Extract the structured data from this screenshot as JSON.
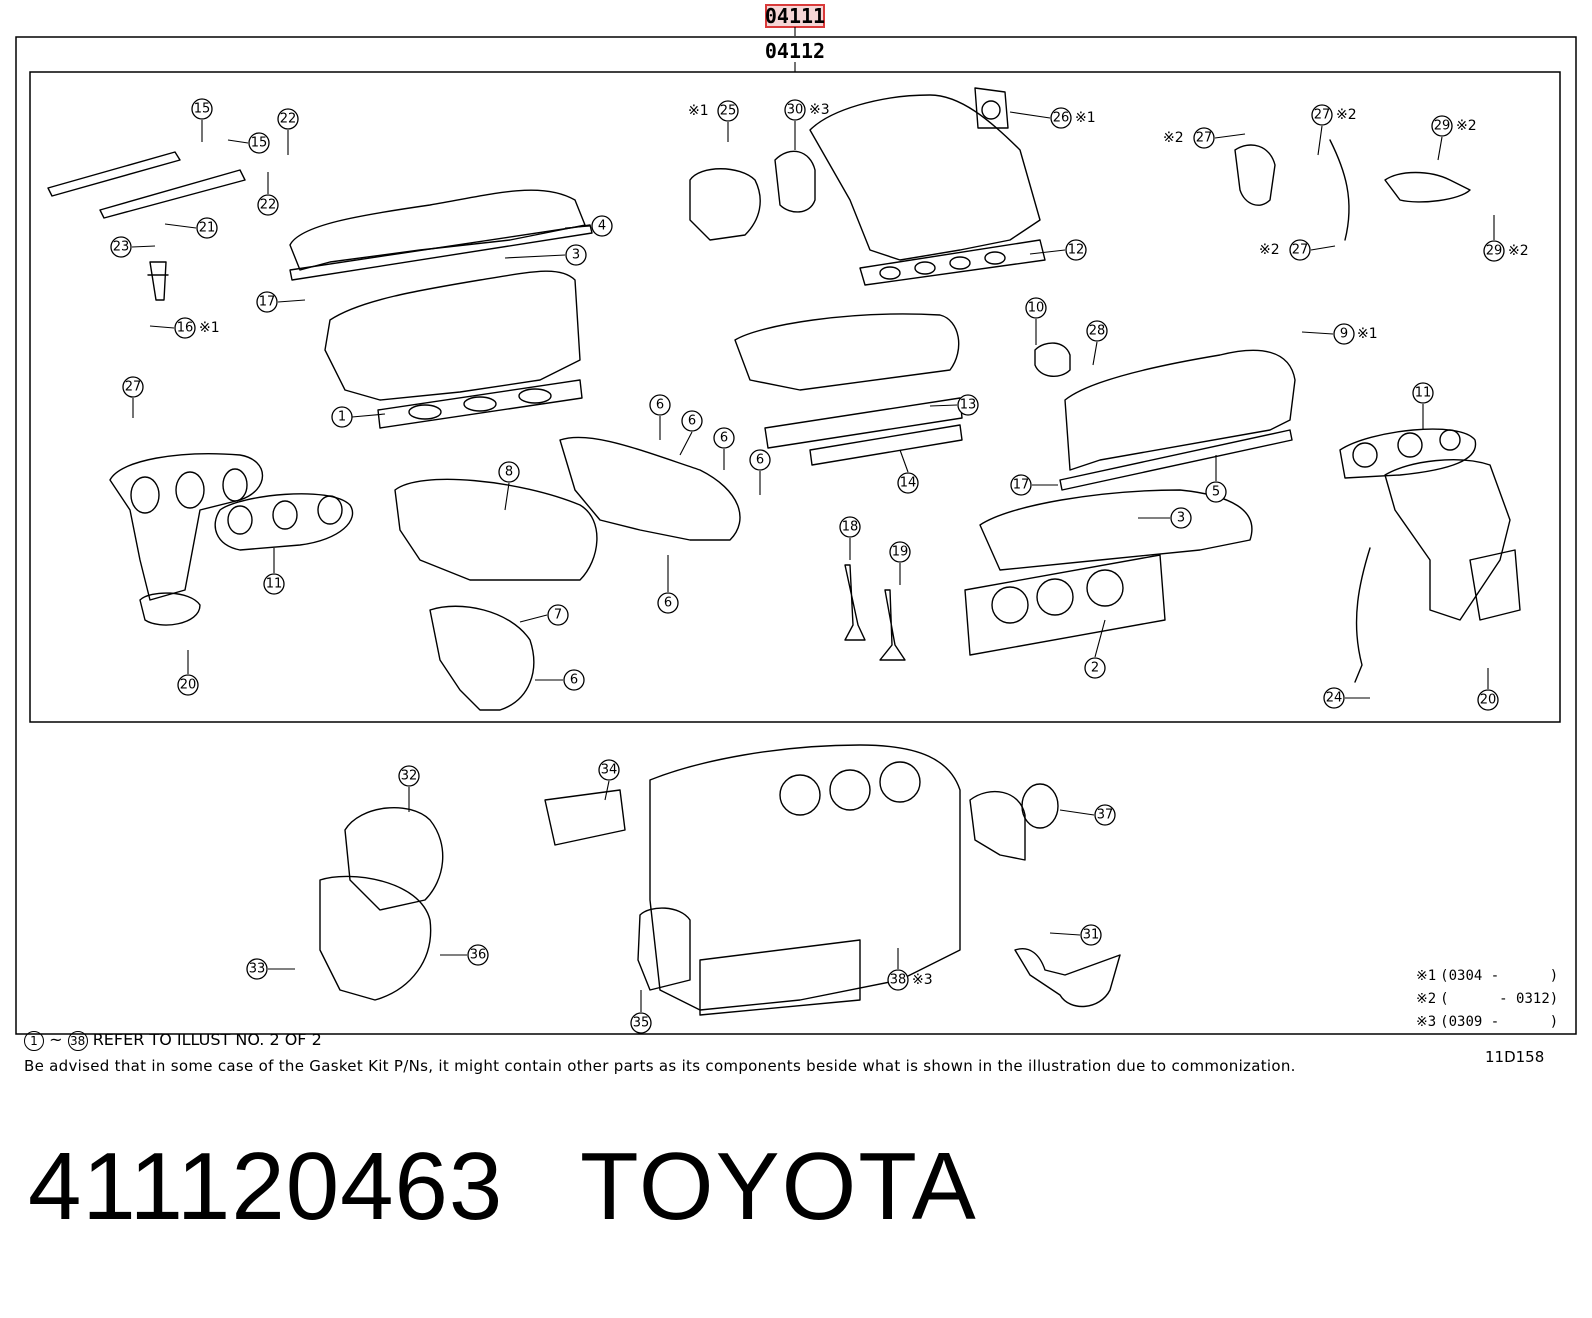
{
  "header": {
    "assembly_code": "04111",
    "kit_code": "04112"
  },
  "callouts": [
    {
      "n": "1"
    },
    {
      "n": "2"
    },
    {
      "n": "3"
    },
    {
      "n": "3"
    },
    {
      "n": "4"
    },
    {
      "n": "5"
    },
    {
      "n": "6"
    },
    {
      "n": "6"
    },
    {
      "n": "6"
    },
    {
      "n": "6"
    },
    {
      "n": "6"
    },
    {
      "n": "6"
    },
    {
      "n": "7"
    },
    {
      "n": "8"
    },
    {
      "n": "9",
      "note": "※1"
    },
    {
      "n": "10"
    },
    {
      "n": "11"
    },
    {
      "n": "11"
    },
    {
      "n": "12"
    },
    {
      "n": "13"
    },
    {
      "n": "14"
    },
    {
      "n": "15"
    },
    {
      "n": "15"
    },
    {
      "n": "16",
      "note": "※1"
    },
    {
      "n": "17"
    },
    {
      "n": "17"
    },
    {
      "n": "18"
    },
    {
      "n": "19"
    },
    {
      "n": "20"
    },
    {
      "n": "20"
    },
    {
      "n": "21"
    },
    {
      "n": "22"
    },
    {
      "n": "22"
    },
    {
      "n": "23"
    },
    {
      "n": "24"
    },
    {
      "n": "25",
      "note_left": "※1"
    },
    {
      "n": "26",
      "note": "※1"
    },
    {
      "n": "27"
    },
    {
      "n": "27",
      "note_left": "※2"
    },
    {
      "n": "27",
      "note": "※2"
    },
    {
      "n": "27",
      "note_left": "※2"
    },
    {
      "n": "28"
    },
    {
      "n": "29",
      "note": "※2"
    },
    {
      "n": "29",
      "note": "※2"
    },
    {
      "n": "30",
      "note": "※3"
    },
    {
      "n": "31"
    },
    {
      "n": "32"
    },
    {
      "n": "33"
    },
    {
      "n": "34"
    },
    {
      "n": "35"
    },
    {
      "n": "36"
    },
    {
      "n": "37"
    },
    {
      "n": "38",
      "note": "※3"
    }
  ],
  "legend": [
    {
      "mark": "※1",
      "range": "(0304 -      )"
    },
    {
      "mark": "※2",
      "range": "(      - 0312)"
    },
    {
      "mark": "※3",
      "range": "(0309 -      )"
    }
  ],
  "footer": {
    "refer_range_start": "1",
    "refer_range_end": "38",
    "refer_text": "REFER TO ILLUST NO. 2 OF 2",
    "advisory": "Be advised that in some case of the Gasket Kit P/Ns,  it might contain other parts as its components beside what is shown in the illustration due to commonization.",
    "illustration_id": "11D158"
  },
  "product": {
    "part_number": "411120463",
    "brand": "TOYOTA"
  },
  "colors": {
    "highlight_box": "#d93a3a",
    "highlight_fill": "#f6d6d6"
  }
}
